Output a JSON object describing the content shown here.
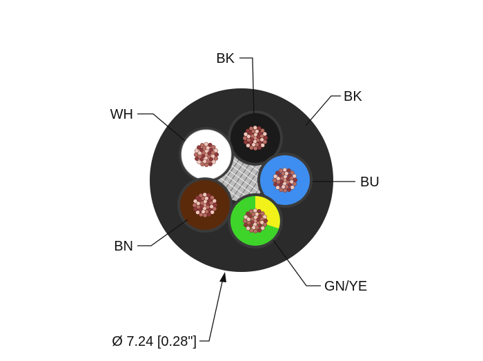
{
  "labels": {
    "bk_top": "BK",
    "bk_jacket": "BK",
    "wh": "WH",
    "bu": "BU",
    "bn": "BN",
    "gnye": "GN/YE",
    "diameter": "Ø 7.24 [0.28\"]"
  },
  "colors": {
    "jacket": "#2b2b2b",
    "black_core": "#1a1a1a",
    "white_core": "#ffffff",
    "blue_core": "#3d8ef0",
    "brown_core": "#5a2a0a",
    "green": "#3ed42a",
    "yellow": "#f2f21a",
    "copper": "#c98a7c"
  }
}
